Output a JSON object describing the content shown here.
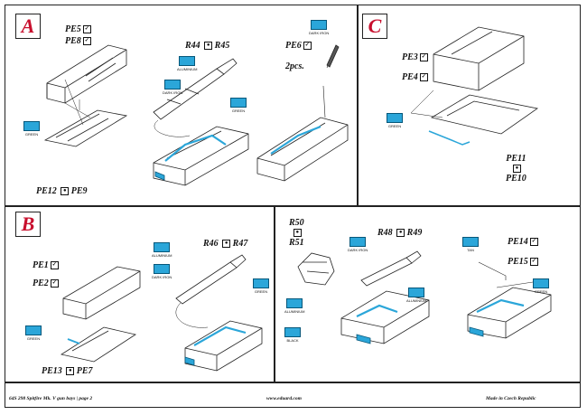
{
  "sections": {
    "A": {
      "letter": "A",
      "pe5": "PE5",
      "pe8": "PE8",
      "r44": "R44",
      "r45": "R45",
      "pe6": "PE6",
      "pcs": "2pcs.",
      "pe12": "PE12",
      "pe9": "PE9",
      "mb1": {
        "code": "",
        "name": "ALUMINIUM"
      },
      "mb2": {
        "code": "",
        "name": "DARK IRON"
      },
      "mb3": {
        "code": "",
        "name": "GREEN"
      },
      "mb4": {
        "code": "",
        "name": "GREEN"
      },
      "mb5": {
        "code": "",
        "name": "DARK IRON"
      }
    },
    "B": {
      "letter": "B",
      "pe1": "PE1",
      "pe2": "PE2",
      "r46": "R46",
      "r47": "R47",
      "pe13": "PE13",
      "pe7": "PE7",
      "mb1": {
        "code": "",
        "name": "ALUMINIUM"
      },
      "mb2": {
        "code": "",
        "name": "DARK IRON"
      },
      "mb3": {
        "code": "",
        "name": "GREEN"
      },
      "mb4": {
        "code": "",
        "name": "GREEN"
      }
    },
    "C": {
      "letter": "C",
      "pe3": "PE3",
      "pe4": "PE4",
      "pe11": "PE11",
      "pe10": "PE10",
      "mb1": {
        "code": "",
        "name": "GREEN"
      }
    },
    "D": {
      "r50": "R50",
      "r51": "R51",
      "r48": "R48",
      "r49": "R49",
      "pe14": "PE14",
      "pe15": "PE15",
      "mb1": {
        "code": "",
        "name": "DARK IRON"
      },
      "mb2": {
        "code": "",
        "name": "ALUMINIUM"
      },
      "mb3": {
        "code": "",
        "name": "ALUMINIUM"
      },
      "mb4": {
        "code": "",
        "name": "BLACK"
      },
      "mb5": {
        "code": "",
        "name": "TAN"
      },
      "mb6": {
        "code": "",
        "name": "GREEN"
      }
    }
  },
  "footer": {
    "left": "64S 298  Spitfire Mk. V gun bays  | page 2",
    "center": "www.eduard.com",
    "right": "Made in Czech Republic"
  },
  "colors": {
    "accent": "#2ba6d9",
    "letter": "#c8102e",
    "line": "#222222"
  }
}
